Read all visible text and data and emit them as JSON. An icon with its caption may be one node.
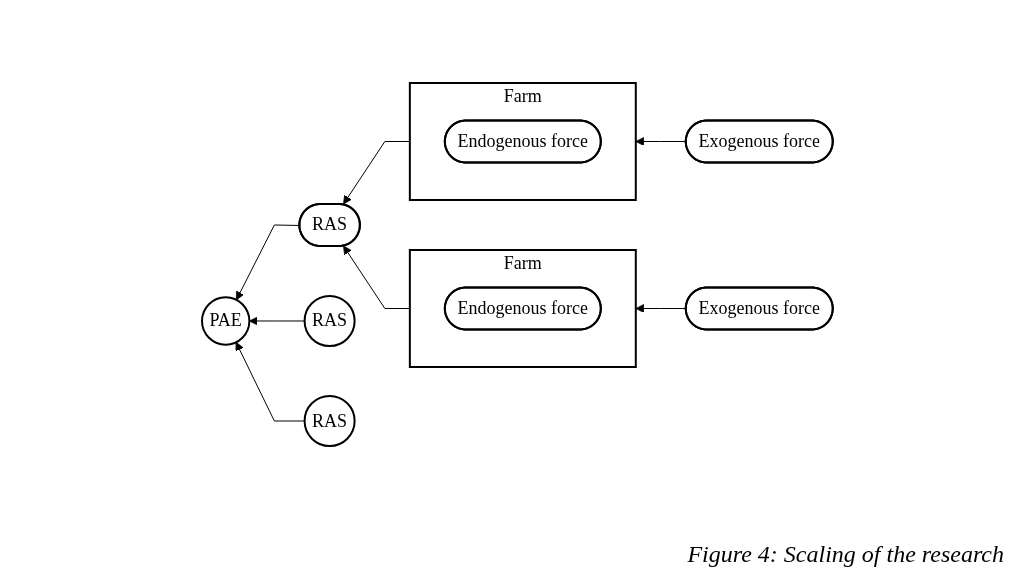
{
  "diagram": {
    "caption": "Figure 4: Scaling of the research",
    "nodes": [
      {
        "text": [
          "PAE"
        ]
      },
      {
        "text": [
          "RAS"
        ]
      },
      {
        "text": [
          "Farm"
        ]
      },
      {
        "text": [
          "Endogenous force"
        ],
        "in": 2
      },
      {
        "text": [
          "Exogenous force"
        ]
      },
      {
        "text": [
          "Farm"
        ]
      },
      {
        "text": [
          "Endogenous force"
        ],
        "in": 5
      },
      {
        "text": [
          "Exogenous force"
        ]
      },
      {
        "text": [
          "RAS"
        ]
      },
      {
        "text": [
          "RAS"
        ]
      }
    ],
    "edges": [
      {
        "from": 1,
        "to": 0,
        "arrow": "to"
      },
      {
        "from": 2,
        "to": 1,
        "arrow": "to"
      },
      {
        "from": 4,
        "to": 2,
        "arrow": "to"
      },
      {
        "from": 5,
        "to": 1,
        "arrow": "to"
      },
      {
        "from": 7,
        "to": 5,
        "arrow": "to"
      },
      {
        "from": 8,
        "to": 0,
        "arrow": "to"
      },
      {
        "from": 9,
        "to": 0,
        "arrow": "to"
      }
    ]
  }
}
